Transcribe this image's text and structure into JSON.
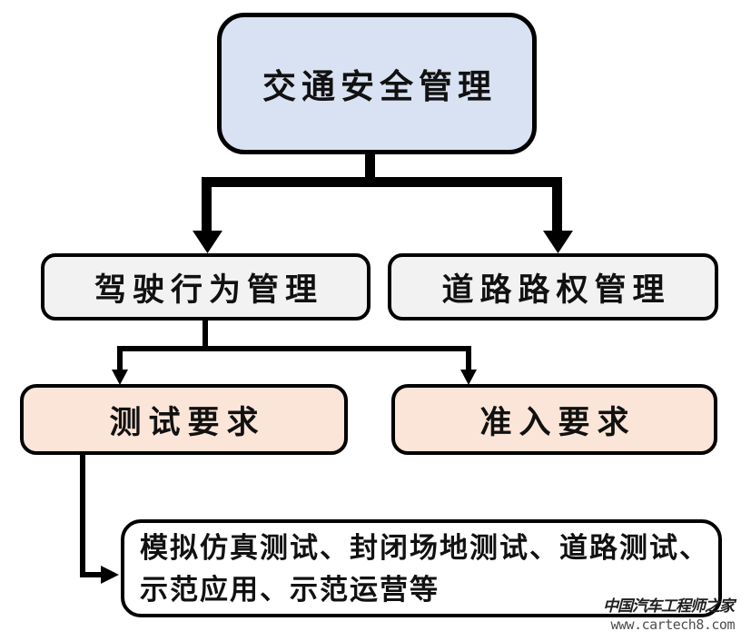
{
  "diagram": {
    "type": "flowchart",
    "nodes": {
      "root": {
        "label": "交通安全管理",
        "fill": "#d9e2f3"
      },
      "driving": {
        "label": "驾驶行为管理",
        "fill": "#f2f2f2"
      },
      "road_right": {
        "label": "道路路权管理",
        "fill": "#f2f2f2"
      },
      "test_req": {
        "label": "测试要求",
        "fill": "#fbe5d8"
      },
      "access_req": {
        "label": "准入要求",
        "fill": "#fbe5d8"
      },
      "test_detail": {
        "label": "模拟仿真测试、封闭场地测试、道路测试、示范应用、示范运营等",
        "lines": [
          "模拟仿真测试、封闭场地测试、道路测试、",
          "示范应用、示范运营等"
        ],
        "fill": "#ffffff"
      }
    },
    "edges": [
      {
        "from": "root",
        "to": "driving"
      },
      {
        "from": "root",
        "to": "road_right"
      },
      {
        "from": "driving",
        "to": "test_req"
      },
      {
        "from": "driving",
        "to": "access_req"
      },
      {
        "from": "test_req",
        "to": "test_detail"
      }
    ],
    "line_color": "#000000",
    "border_color": "#000000"
  },
  "watermark": {
    "site_name": "中国汽车工程师之家",
    "site_url": "www.cartech8.com"
  }
}
